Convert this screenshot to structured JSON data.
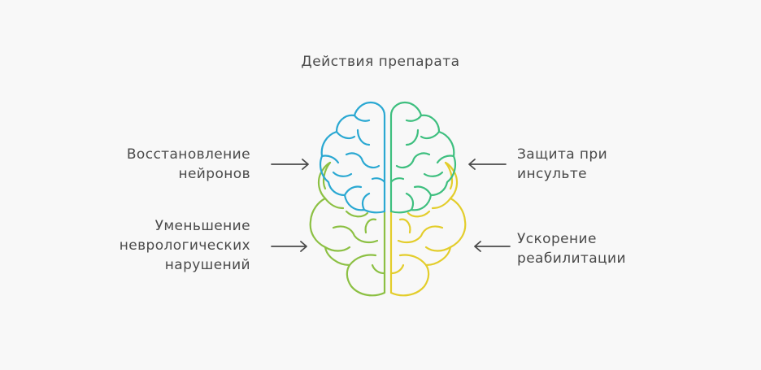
{
  "title": "Действия препарата",
  "colors": {
    "background": "#f8f8f8",
    "text": "#4a4a4a",
    "arrow": "#4a4a4a",
    "top_left": "#2aa8d2",
    "top_right": "#3ebf7f",
    "bottom_left": "#8cc043",
    "bottom_right": "#e3cd2b"
  },
  "labels": {
    "top_left": {
      "line1": "Восстановление",
      "line2": "нейронов"
    },
    "bottom_left": {
      "line1": "Уменьшение",
      "line2": "неврологических",
      "line3": "нарушений"
    },
    "top_right": {
      "line1": "Защита при",
      "line2": "инсульте"
    },
    "bottom_right": {
      "line1": "Ускорение",
      "line2": "реабилитации"
    }
  },
  "icons": {
    "center": "brain-icon",
    "arrows": [
      "arrow-right-icon",
      "arrow-right-icon",
      "arrow-left-icon",
      "arrow-left-icon"
    ]
  }
}
